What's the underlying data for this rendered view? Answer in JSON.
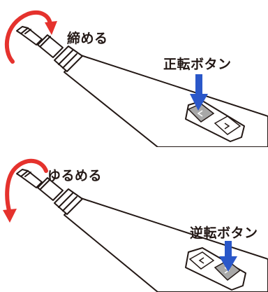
{
  "labels": {
    "tighten": "締める",
    "loosen": "ゆるめる",
    "forward_button": "正転ボタン",
    "reverse_button": "逆転ボタン"
  },
  "icons": {
    "rotation_arrow": "curved-arrow-icon",
    "press_arrow": "down-arrow-icon"
  },
  "colors": {
    "rotation_arrow": "#e5322d",
    "press_arrow": "#2a57c9",
    "outline": "#231815",
    "pressed_button": "#a8a8a8",
    "tool_body": "#ffffff"
  }
}
